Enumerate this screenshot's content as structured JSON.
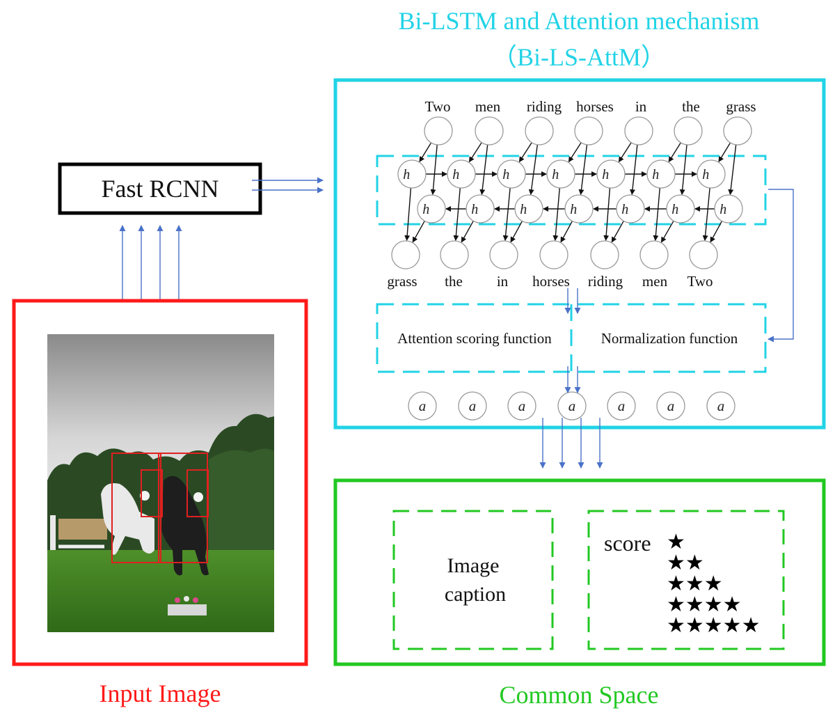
{
  "title": {
    "line1": "Bi-LSTM and Attention mechanism",
    "line2": "（Bi-LS-AttM）"
  },
  "fast_rcnn": {
    "label": "Fast RCNN"
  },
  "input_image": {
    "label": "Input Image"
  },
  "common_space": {
    "label": "Common Space",
    "caption_line1": "Image",
    "caption_line2": "caption",
    "score_label": "score",
    "score_rows": [
      "★",
      "★★",
      "★★★",
      "★★★★",
      "★★★★★"
    ]
  },
  "bilstm": {
    "input_words": [
      "Two",
      "men",
      "riding",
      "horses",
      "in",
      "the",
      "grass"
    ],
    "output_words": [
      "grass",
      "the",
      "in",
      "horses",
      "riding",
      "men",
      "Two"
    ],
    "forward_state": "h⃗",
    "backward_state": "h⃖",
    "attention_label": "Attention scoring function",
    "normalization_label": "Normalization function",
    "attention_weight": "a"
  },
  "colors": {
    "cyan": "#22d3e6",
    "red": "#ff1a1a",
    "green": "#22c822",
    "arrow_blue": "#4a72c8"
  }
}
